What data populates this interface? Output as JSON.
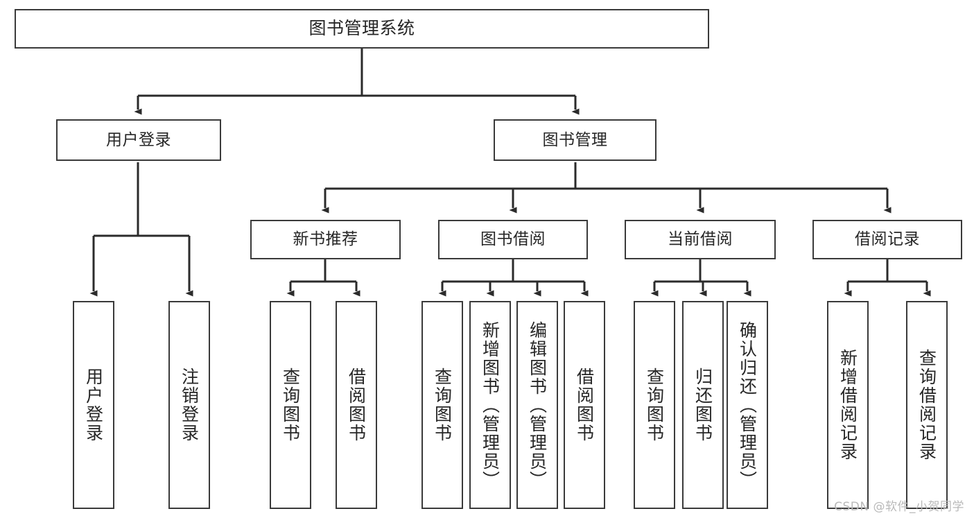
{
  "diagram": {
    "title": "图书管理系统",
    "type": "tree",
    "watermark": "CSDN @软件_小贺同学",
    "colors": {
      "border": "#3a3a3a",
      "text": "#262626",
      "background": "#ffffff",
      "connector": "#2b2b2b",
      "watermark": "#b9b9b9"
    },
    "nodes": {
      "root": {
        "label": "图书管理系统"
      },
      "level2": [
        {
          "label": "用户登录"
        },
        {
          "label": "图书管理"
        }
      ],
      "level3": [
        {
          "label": "新书推荐"
        },
        {
          "label": "图书借阅"
        },
        {
          "label": "当前借阅"
        },
        {
          "label": "借阅记录"
        }
      ],
      "leaves": {
        "user_login": [
          {
            "label": "用户登录"
          },
          {
            "label": "注销登录"
          }
        ],
        "new_book": [
          {
            "label": "查询图书"
          },
          {
            "label": "借阅图书"
          }
        ],
        "book_borrow": [
          {
            "label": "查询图书"
          },
          {
            "label": "新增图书（管理员）"
          },
          {
            "label": "编辑图书（管理员）"
          },
          {
            "label": "借阅图书"
          }
        ],
        "current_borrow": [
          {
            "label": "查询图书"
          },
          {
            "label": "归还图书"
          },
          {
            "label": "确认归还（管理员）"
          }
        ],
        "borrow_record": [
          {
            "label": "新增借阅记录"
          },
          {
            "label": "查询借阅记录"
          }
        ]
      }
    }
  }
}
